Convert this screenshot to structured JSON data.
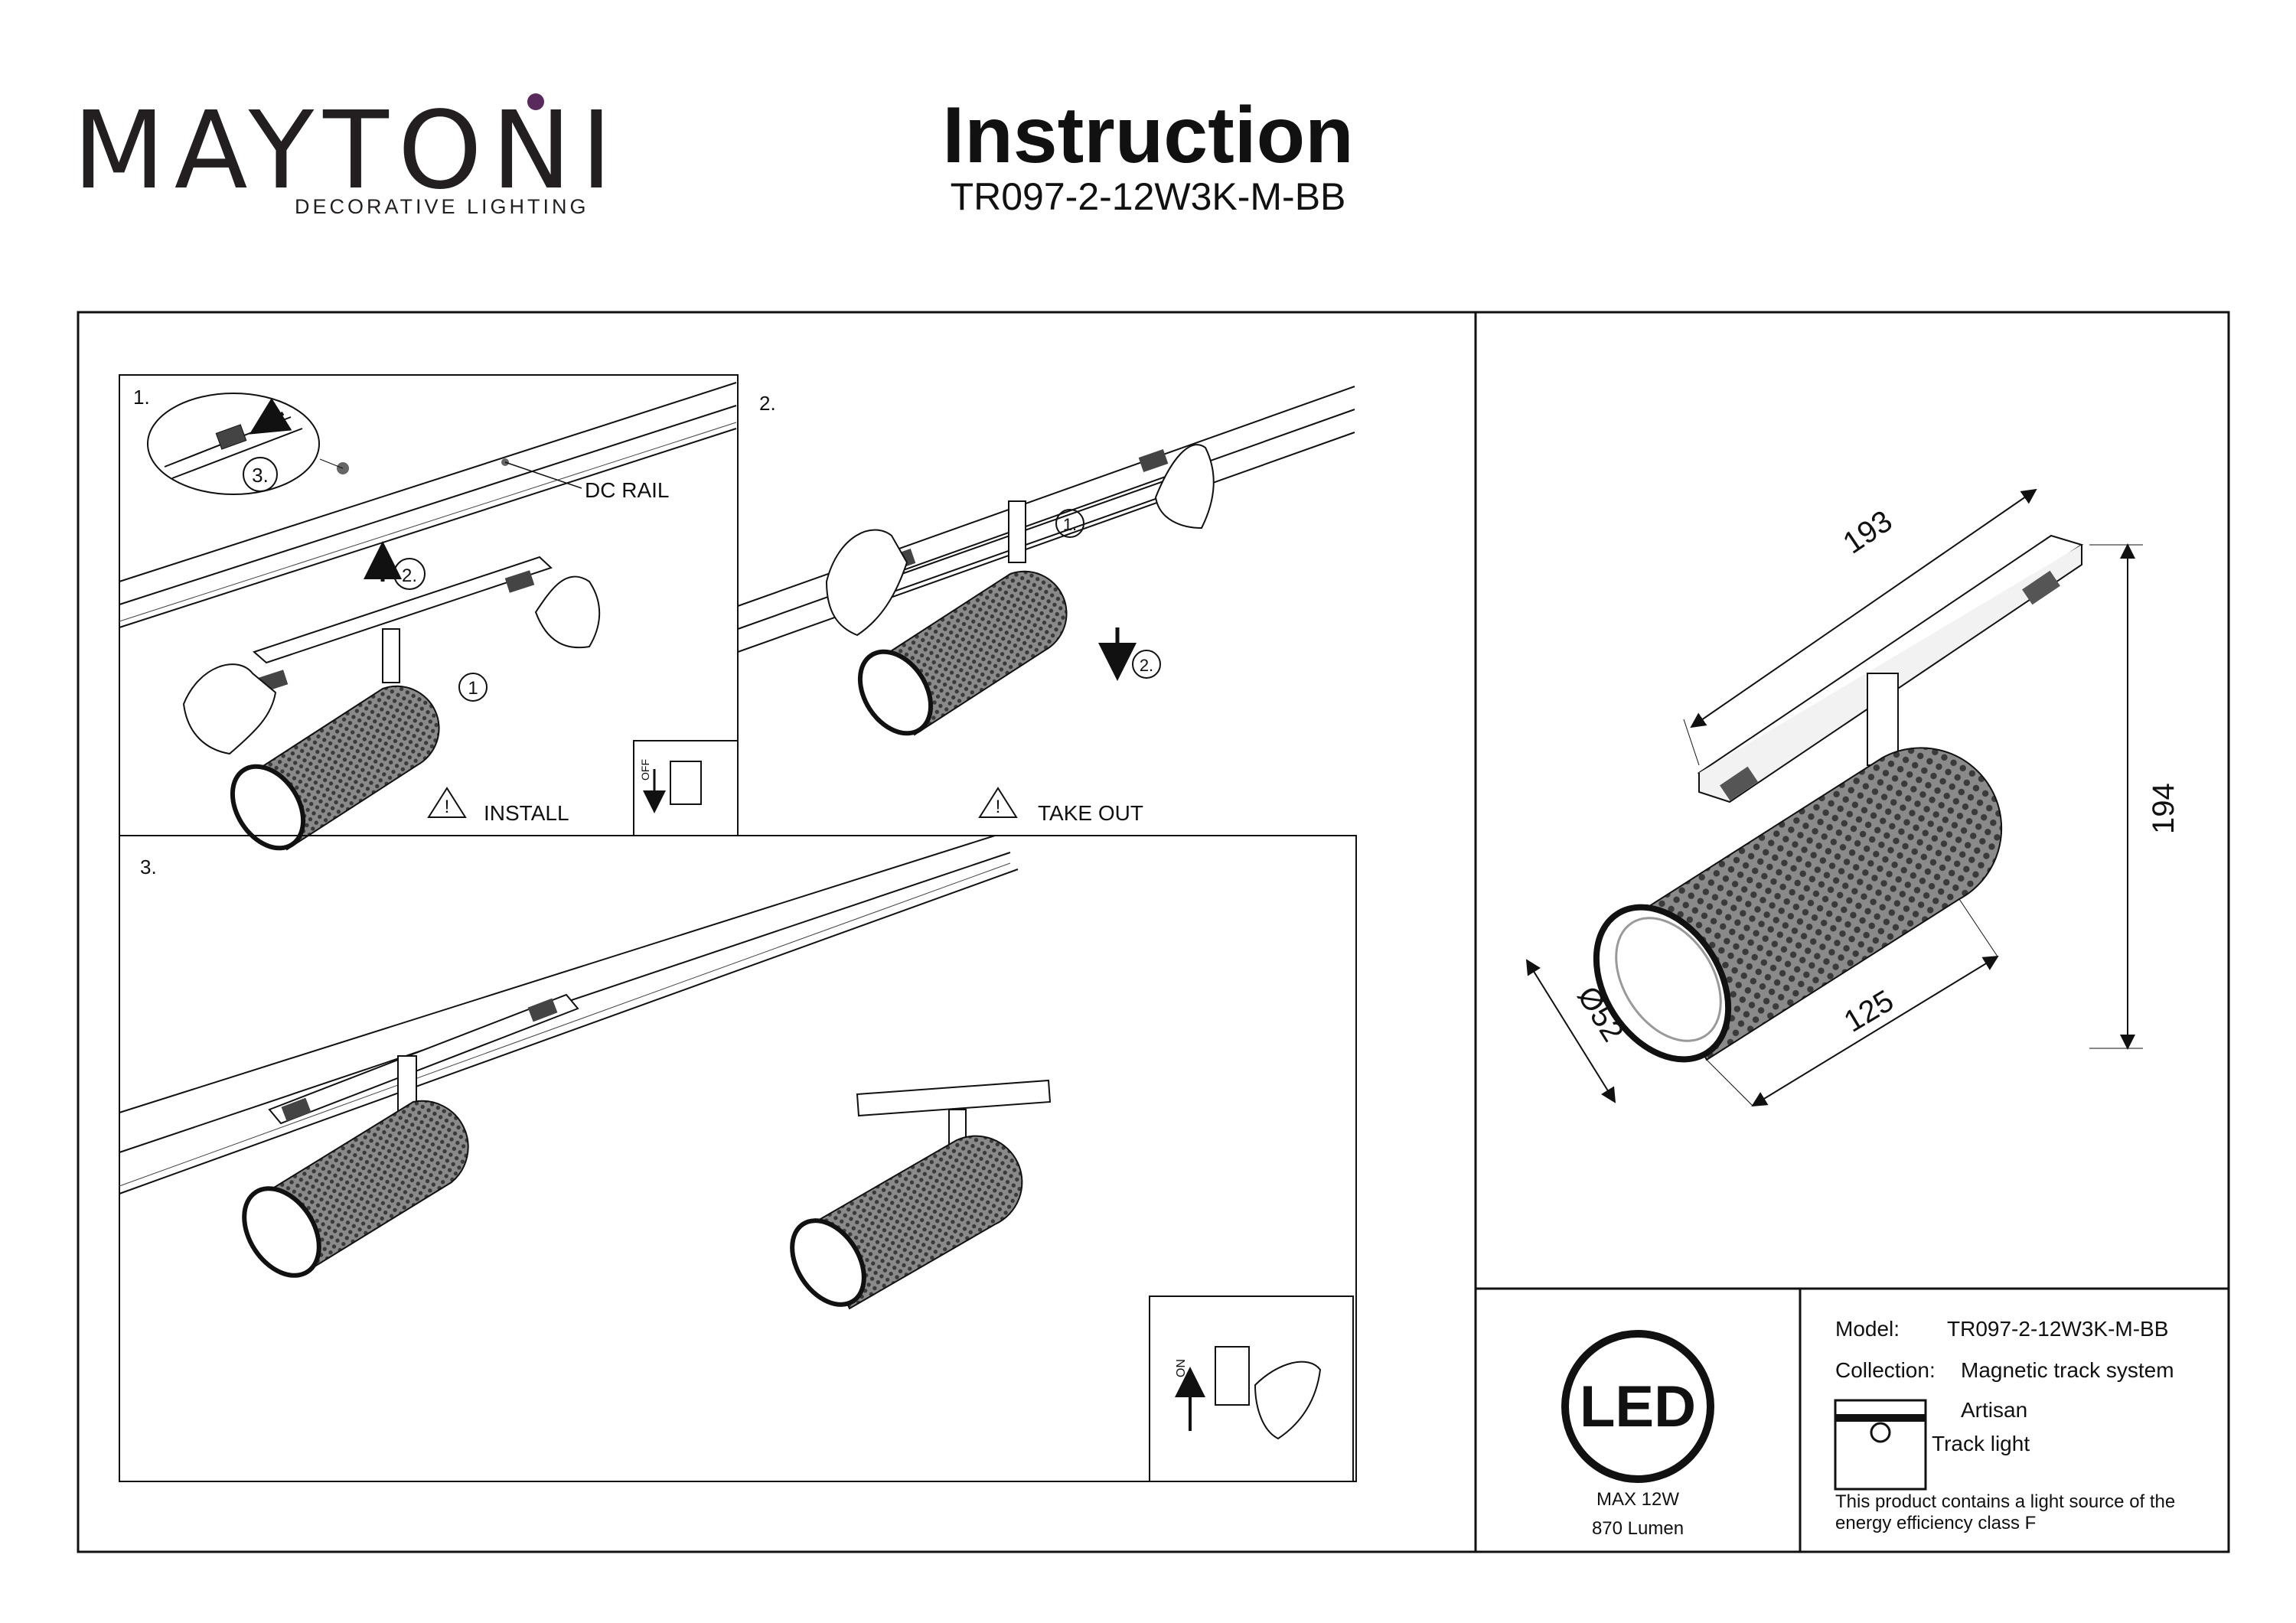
{
  "brand": {
    "name": "MAYTONI",
    "tagline": "DECORATIVE LIGHTING",
    "accent_color": "#5b2a5c"
  },
  "header": {
    "title": "Instruction",
    "model_code": "TR097-2-12W3K-M-BB"
  },
  "steps": {
    "step1": {
      "number": "1.",
      "rail_label": "DC RAIL",
      "marker_1": "1",
      "marker_2": "2.",
      "marker_3": "3.",
      "warning_label": "INSTALL",
      "switch_icon": "power-switch-off-icon",
      "switch_text": "OFF"
    },
    "step2": {
      "number": "2.",
      "marker_1": "1.",
      "marker_2": "2.",
      "warning_label": "TAKE OUT"
    },
    "step3": {
      "number": "3.",
      "switch_icon": "power-switch-on-icon",
      "switch_text": "ON"
    }
  },
  "dimensions": {
    "length": "193",
    "height": "194",
    "diameter": "Ø52",
    "body_length": "125"
  },
  "specs": {
    "led_badge": "LED",
    "max_power": "MAX 12W",
    "lumen": "870 Lumen"
  },
  "product_info": {
    "model_label": "Model:",
    "model_value": "TR097-2-12W3K-M-BB",
    "collection_label": "Collection:",
    "collection_value": "Magnetic track system",
    "series_name": "Artisan",
    "product_type": "Track light",
    "energy_note_line1": "This product contains a light source of the",
    "energy_note_line2": "energy efficiency class F"
  }
}
